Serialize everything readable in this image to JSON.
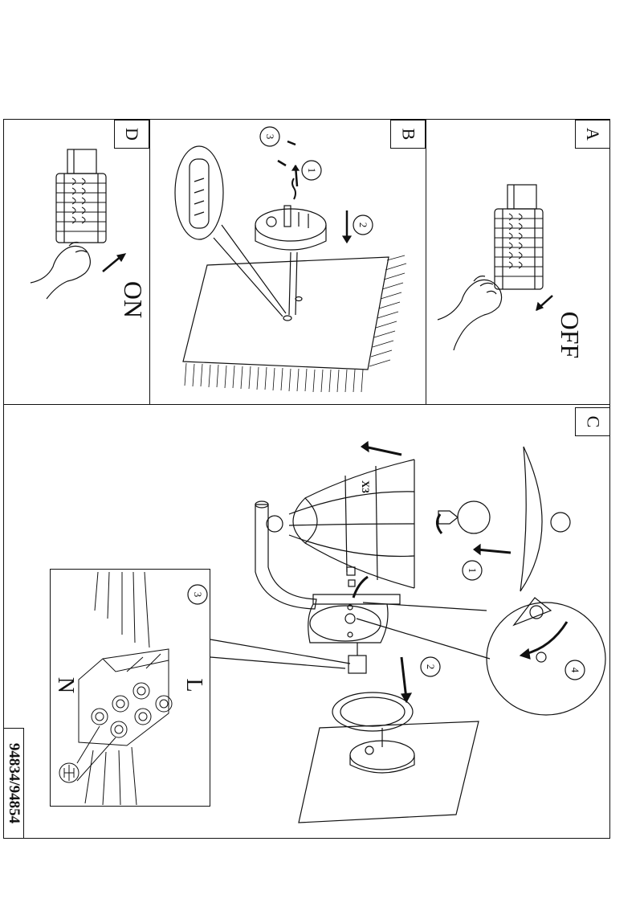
{
  "panels": {
    "a": {
      "letter": "A",
      "label": "OFF"
    },
    "b": {
      "letter": "B",
      "steps": [
        "1",
        "2",
        "3"
      ]
    },
    "c": {
      "letter": "C",
      "steps": [
        "1",
        "2",
        "3",
        "4"
      ],
      "quantity": "X3",
      "wiring": {
        "neutral": "N",
        "live": "L"
      }
    },
    "d": {
      "letter": "D",
      "label": "ON"
    }
  },
  "product_code": "94834/94854"
}
